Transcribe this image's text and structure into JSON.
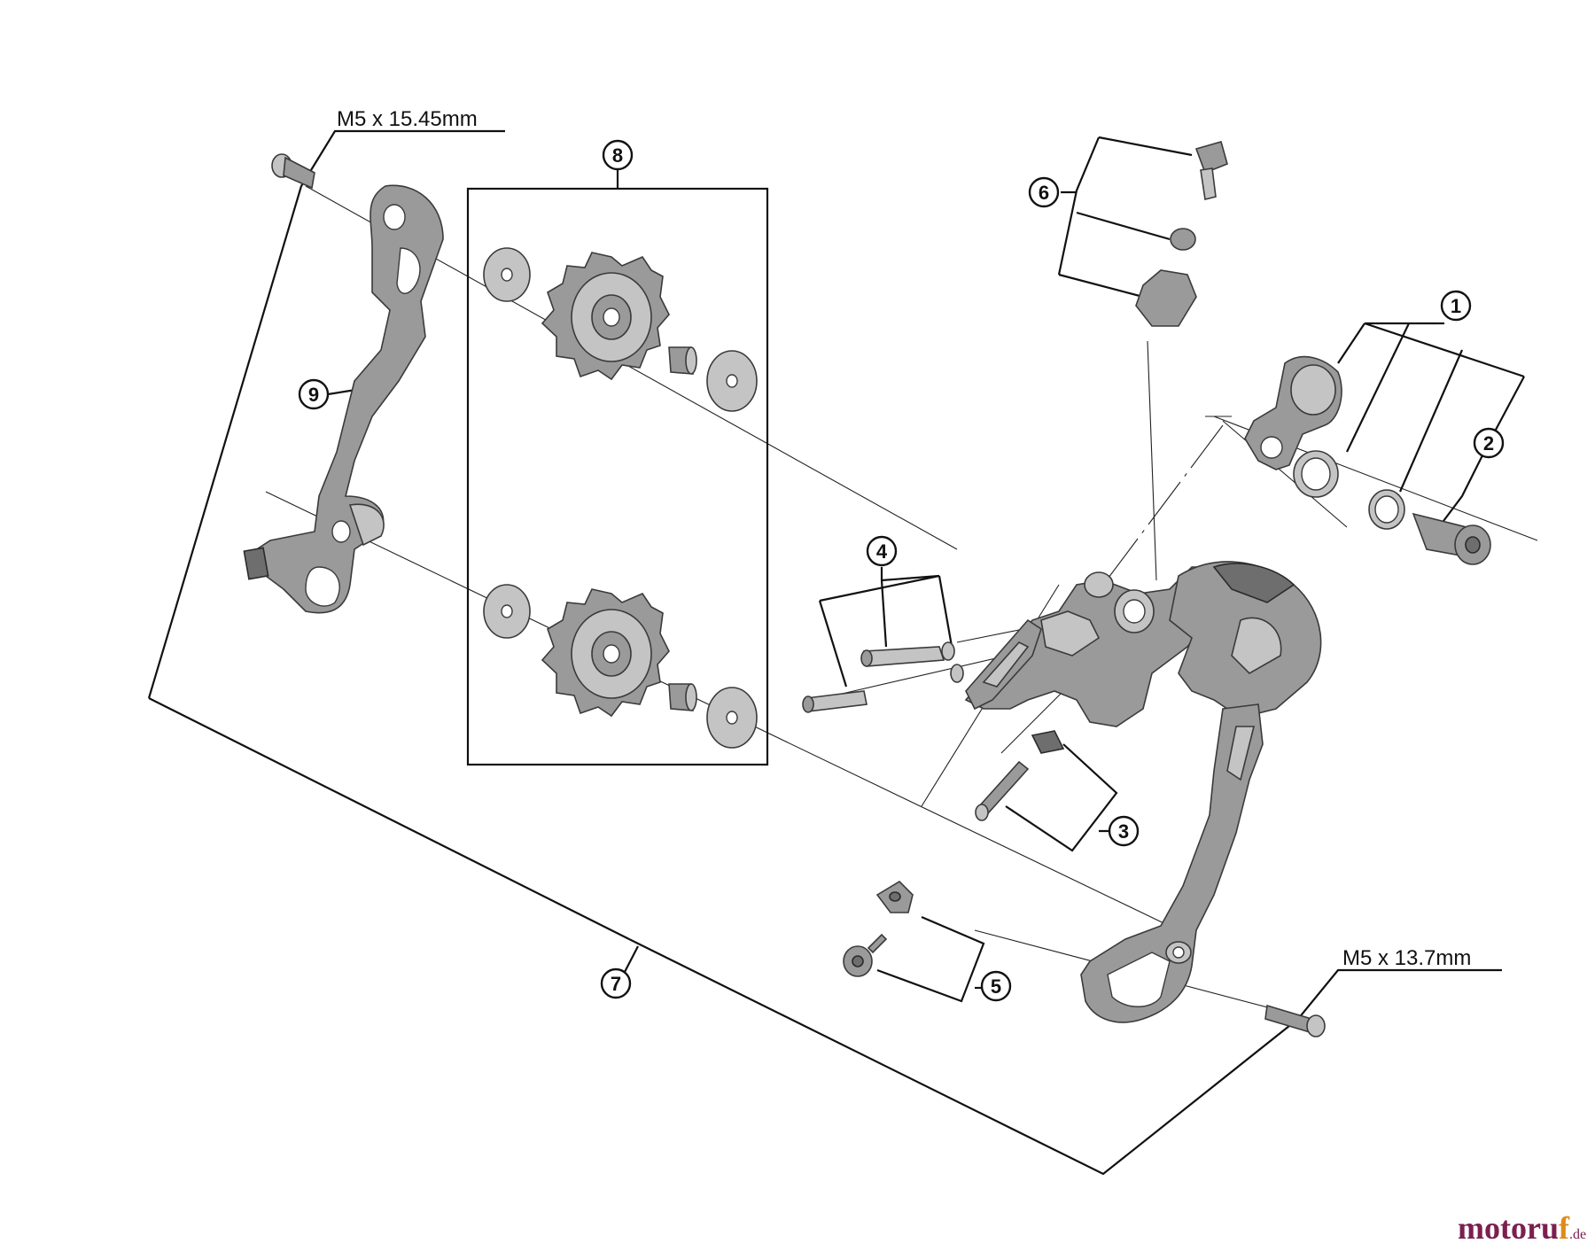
{
  "callouts": {
    "c1": "1",
    "c2": "2",
    "c3": "3",
    "c4": "4",
    "c5": "5",
    "c6": "6",
    "c7": "7",
    "c8": "8",
    "c9": "9"
  },
  "sizes": {
    "top_bolt": "M5 x 15.45mm",
    "bottom_bolt": "M5 x 13.7mm"
  },
  "watermark": {
    "part1": "motoru",
    "part2": "f",
    "suffix": ".de"
  }
}
